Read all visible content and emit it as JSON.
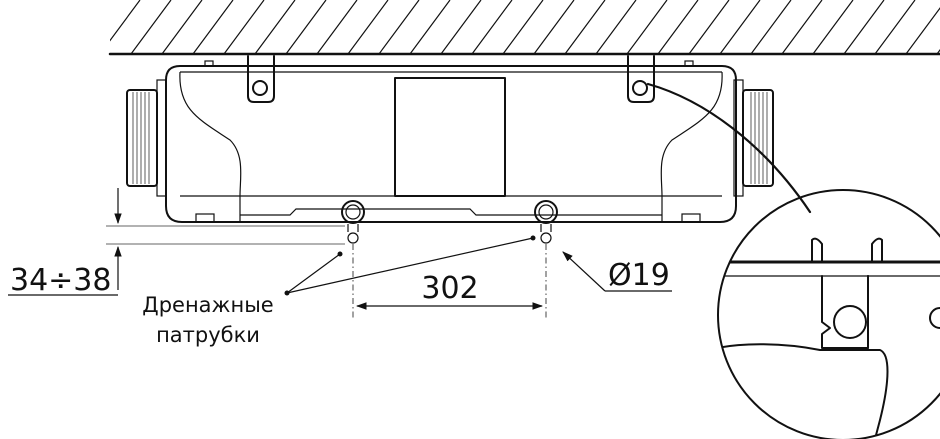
{
  "labels": {
    "height_range": "34÷38",
    "spacing": "302",
    "diameter": "Ø19",
    "drain_line1": "Дренажные",
    "drain_line2": "патрубки"
  }
}
